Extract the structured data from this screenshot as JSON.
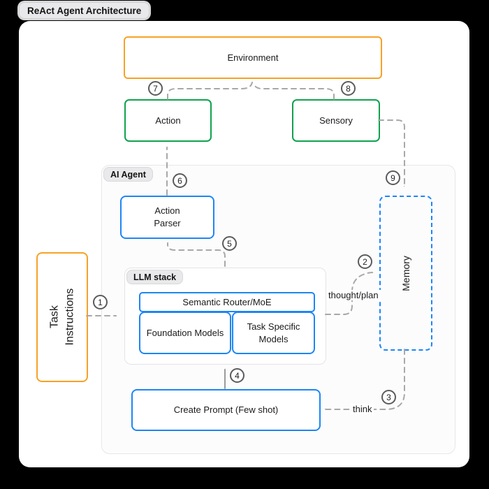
{
  "title": "ReAct Agent Architecture",
  "containers": {
    "ai_agent_label": "AI Agent",
    "llm_stack_label": "LLM stack"
  },
  "nodes": {
    "environment": "Environment",
    "action": "Action",
    "sensory": "Sensory",
    "action_parser": "Action\nParser",
    "memory": "Memory",
    "task_instructions": "Task\nInstructions",
    "semantic_router": "Semantic Router/MoE",
    "foundation_models": "Foundation Models",
    "task_specific_models": "Task Specific\nModels",
    "create_prompt": "Create Prompt (Few shot)"
  },
  "edge_labels": {
    "thought_plan": "thought/plan",
    "think": "think"
  },
  "steps": [
    "1",
    "2",
    "3",
    "4",
    "5",
    "6",
    "7",
    "8",
    "9"
  ],
  "colors": {
    "orange": "#F7A227",
    "green": "#10A24E",
    "blue": "#1D86F5",
    "arrow_gray": "#A8A8A8",
    "circle_border": "#5A5B5E",
    "badge_fill": "#E9E9EB",
    "background": "#000000",
    "card_fill": "#FFFFFF"
  }
}
